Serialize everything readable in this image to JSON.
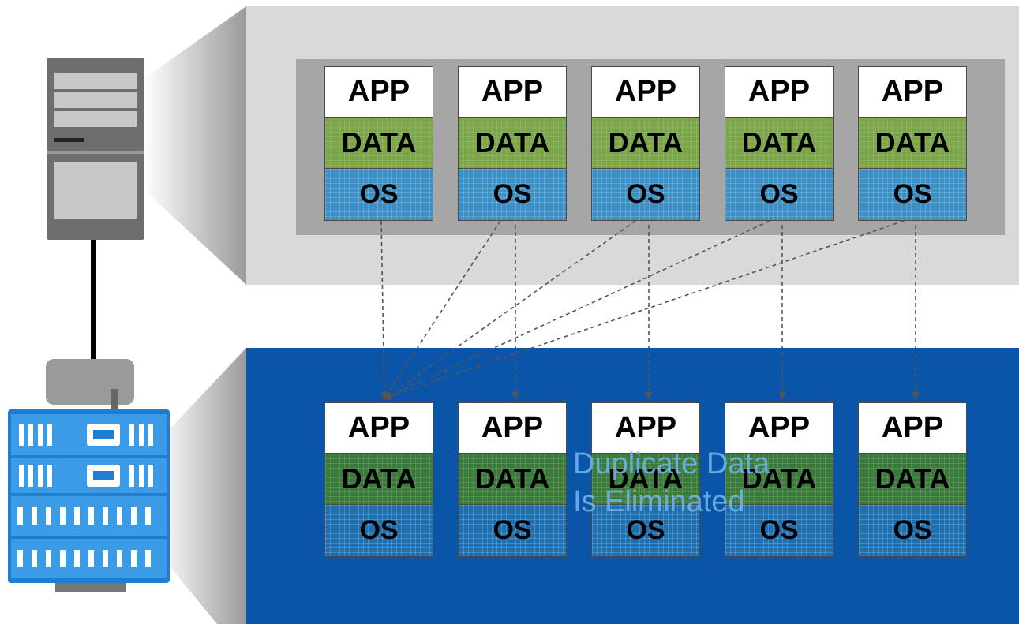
{
  "layers": {
    "app": "APP",
    "data": "DATA",
    "os": "OS"
  },
  "top_row": {
    "count": 5
  },
  "bottom_row": {
    "count": 5
  },
  "annotation": "Duplicate Data\nIs Eliminated",
  "colors": {
    "top_panel": "#d9d9d9",
    "top_inner": "#a6a6a6",
    "bottom_panel": "#0a55a8",
    "data_top": "#7aa548",
    "os_top": "#3b8fc4",
    "data_bottom": "#3a7a3a",
    "os_bottom": "#1d6fb0"
  },
  "icons": {
    "server": "server-tower-icon",
    "storage": "storage-array-icon"
  }
}
